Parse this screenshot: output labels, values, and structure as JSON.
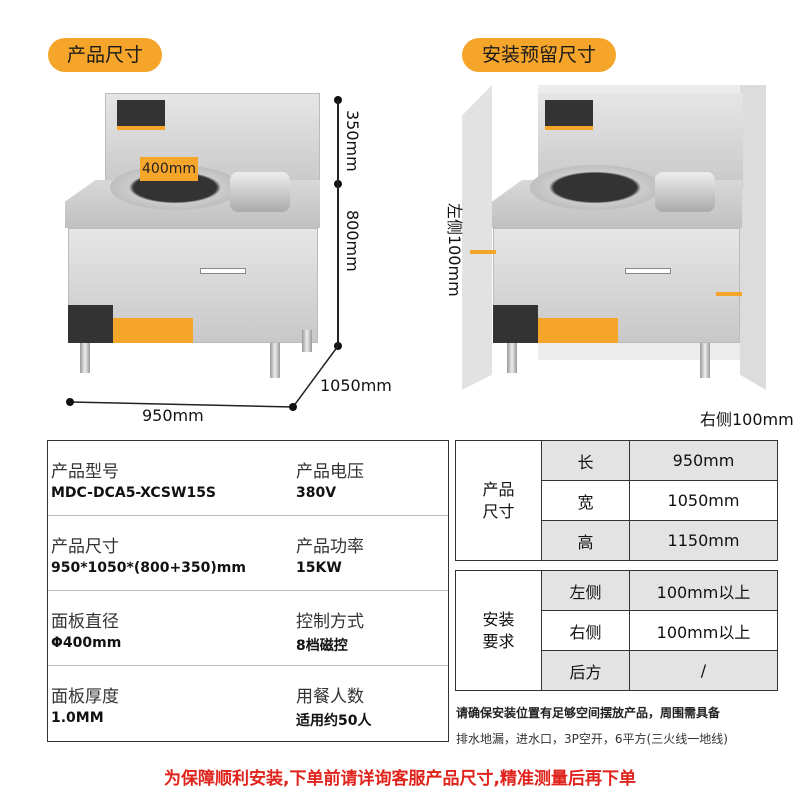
{
  "left_section": {
    "title": "产品尺寸",
    "dims": {
      "panel": "400mm",
      "back_height": "350mm",
      "body_height": "800mm",
      "depth": "1050mm",
      "width": "950mm"
    }
  },
  "right_section": {
    "title": "安装预留尺寸",
    "left_clearance": "左侧100mm",
    "right_clearance": "右侧100mm"
  },
  "specs": [
    {
      "label1": "产品型号",
      "value1": "MDC-DCA5-XCSW15S",
      "label2": "产品电压",
      "value2": "380V"
    },
    {
      "label1": "产品尺寸",
      "value1": "950*1050*(800+350)mm",
      "label2": "产品功率",
      "value2": "15KW"
    },
    {
      "label1": "面板直径",
      "value1": "Φ400mm",
      "label2": "控制方式",
      "value2": "8档磁控"
    },
    {
      "label1": "面板厚度",
      "value1": "1.0MM",
      "label2": "用餐人数",
      "value2": "适用约50人"
    }
  ],
  "size_table": {
    "header": "产品尺寸",
    "rows": [
      {
        "k": "长",
        "v": "950mm"
      },
      {
        "k": "宽",
        "v": "1050mm"
      },
      {
        "k": "高",
        "v": "1150mm"
      }
    ]
  },
  "install_table": {
    "header": "安装要求",
    "rows": [
      {
        "k": "左侧",
        "v": "100mm以上"
      },
      {
        "k": "右侧",
        "v": "100mm以上"
      },
      {
        "k": "后方",
        "v": "/"
      }
    ]
  },
  "note_bold": "请确保安装位置有足够空间摆放产品，周围需具备",
  "note": "排水地漏，进水口，3P空开，6平方(三火线一地线)",
  "warning": "为保障顺利安装,下单前请详询客服产品尺寸,精准测量后再下单",
  "colors": {
    "accent": "#f6a52b",
    "warning": "#e0231c"
  }
}
